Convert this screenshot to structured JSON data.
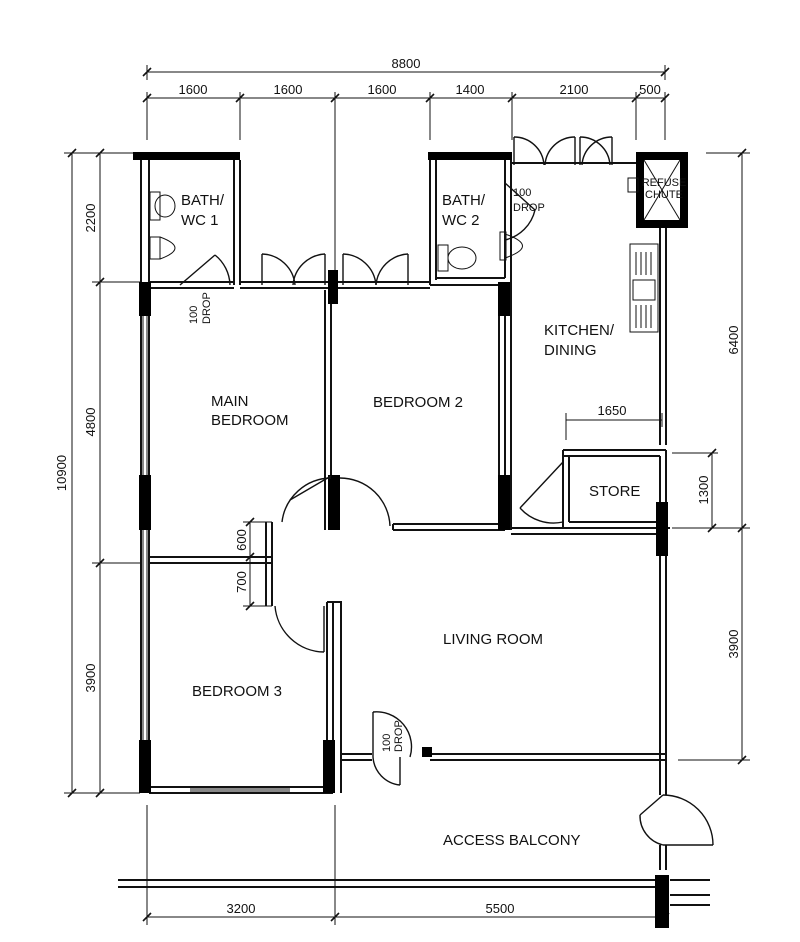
{
  "dimensions": {
    "top_total": "8800",
    "top_segments": [
      "1600",
      "1600",
      "1600",
      "1400",
      "2100",
      "500"
    ],
    "bottom_segments": [
      "3200",
      "5500"
    ],
    "left_total": "10900",
    "left_segments": [
      "2200",
      "4800",
      "3900"
    ],
    "right_segments": [
      "6400",
      "3900"
    ],
    "store_width": "1650",
    "store_height": "1300",
    "bed3_600": "600",
    "bed3_700": "700"
  },
  "rooms": {
    "bath1": [
      "BATH/",
      "WC  1"
    ],
    "bath2": [
      "BATH/",
      "WC  2"
    ],
    "kitchen": [
      "KITCHEN/",
      "DINING"
    ],
    "main_bedroom": [
      "MAIN",
      "BEDROOM"
    ],
    "bedroom2": "BEDROOM  2",
    "bedroom3": "BEDROOM  3",
    "store": "STORE",
    "living": "LIVING ROOM",
    "balcony": "ACCESS  BALCONY",
    "refuse": [
      "REFUSE",
      "CHUTE"
    ]
  },
  "drops": {
    "value": "100",
    "label": "DROP"
  }
}
